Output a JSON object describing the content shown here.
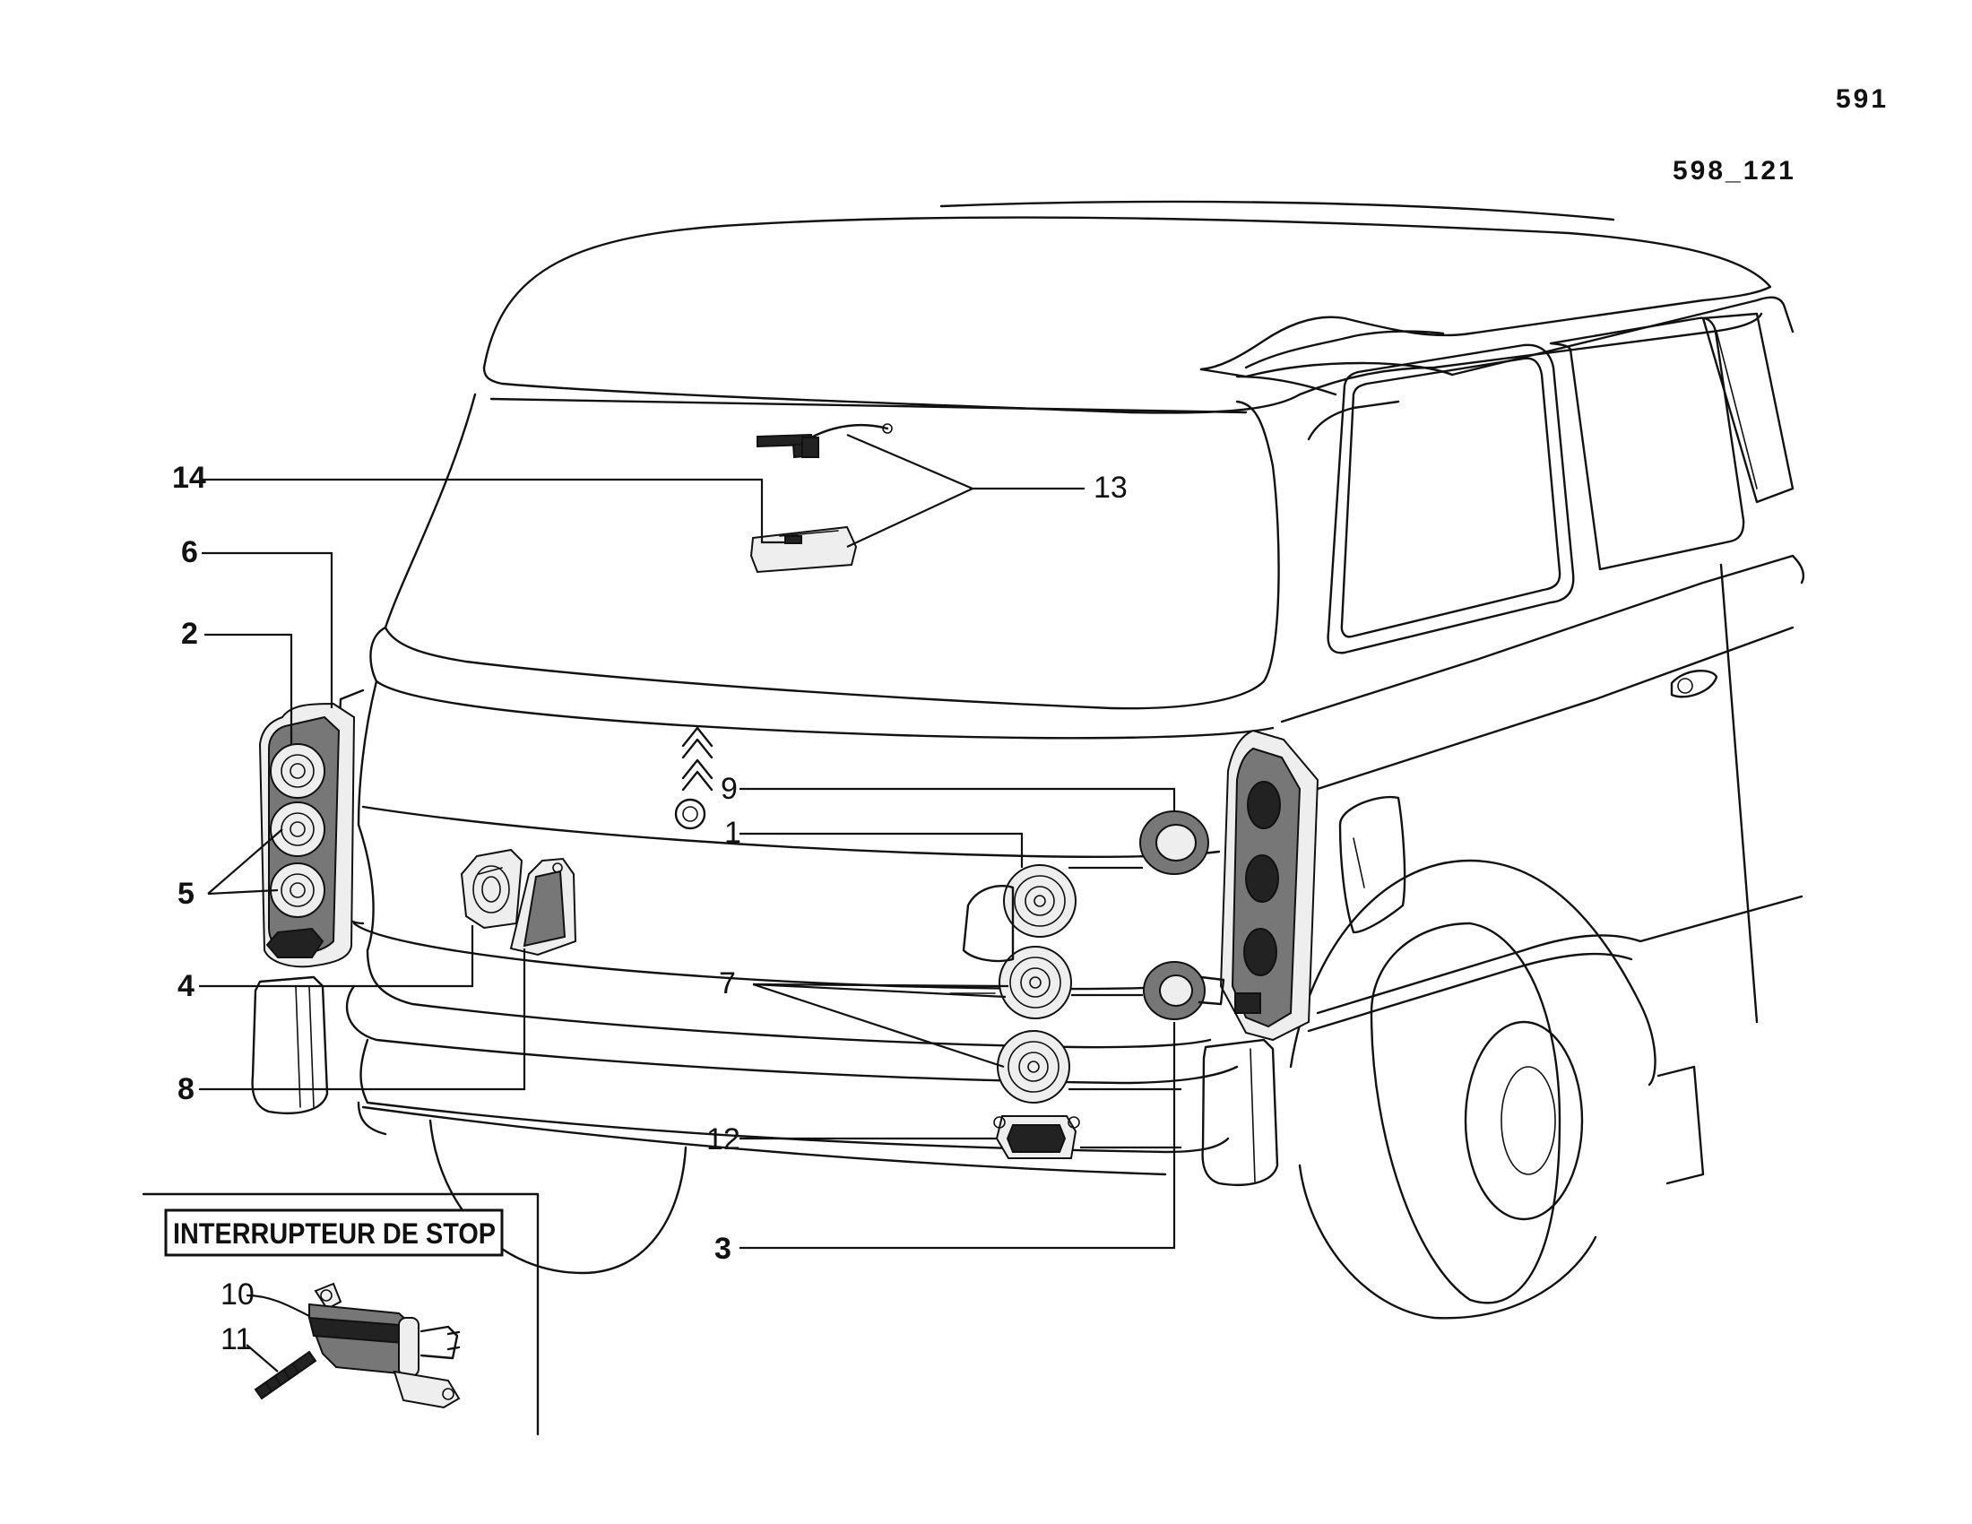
{
  "header": {
    "page_number": "591",
    "figure_ref": "598_121"
  },
  "inset": {
    "title": "INTERRUPTEUR DE STOP",
    "labels": [
      "10",
      "11"
    ]
  },
  "callouts": {
    "c1": "1",
    "c2": "2",
    "c3": "3",
    "c4": "4",
    "c5": "5",
    "c6": "6",
    "c7": "7",
    "c8": "8",
    "c9": "9",
    "c12": "12",
    "c13": "13",
    "c14": "14"
  },
  "colors": {
    "ink": "#111111",
    "paper": "#ffffff"
  }
}
